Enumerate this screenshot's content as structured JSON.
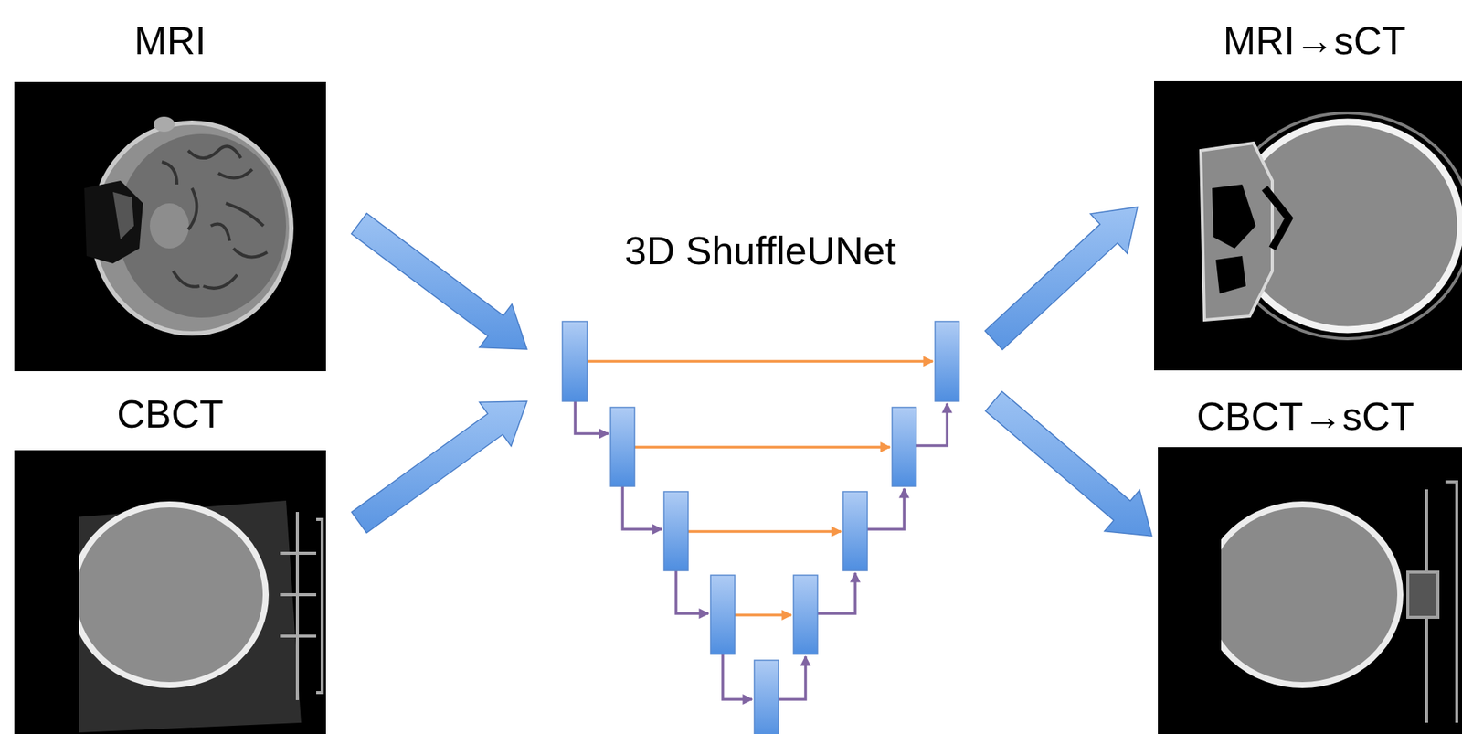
{
  "diagram": {
    "nodes": [
      {
        "text": [
          "MRI"
        ]
      },
      {
        "text": [
          "CBCT"
        ]
      },
      {
        "text": [
          "3D ShuffleUNet"
        ]
      },
      {
        "text": [
          "MRI→sCT"
        ]
      },
      {
        "text": [
          "CBCT→sCT"
        ]
      }
    ],
    "edges": [
      {
        "from": 0,
        "to": 2,
        "arrow": "to"
      },
      {
        "from": 1,
        "to": 2,
        "arrow": "to"
      },
      {
        "from": 2,
        "to": 3,
        "arrow": "to"
      },
      {
        "from": 2,
        "to": 4,
        "arrow": "to"
      }
    ]
  }
}
